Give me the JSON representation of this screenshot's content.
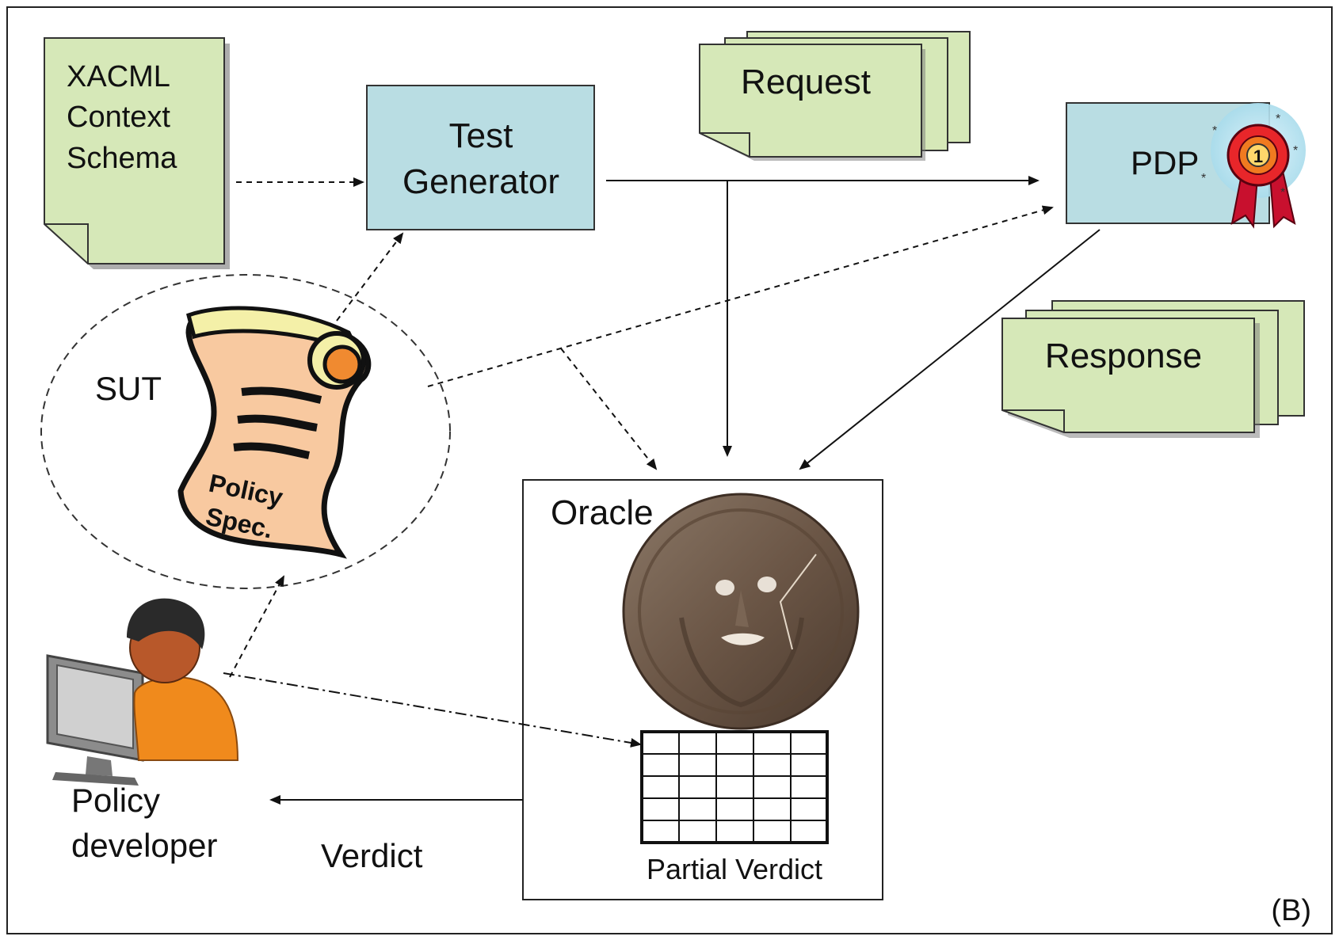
{
  "nodes": {
    "schema": {
      "lines": [
        "XACML",
        "Context",
        "Schema"
      ],
      "color": "#d6e8b8"
    },
    "test_generator": {
      "lines": [
        "Test",
        "Generator"
      ],
      "color": "#b9dde3"
    },
    "request": {
      "label": "Request",
      "color": "#d6e8b8"
    },
    "pdp": {
      "label": "PDP",
      "color": "#b9dde3",
      "badge_number": "1"
    },
    "response": {
      "label": "Response",
      "color": "#d6e8b8"
    },
    "sut": {
      "label": "SUT"
    },
    "policy_spec": {
      "lines": [
        "Policy",
        "Spec."
      ]
    },
    "oracle": {
      "label": "Oracle"
    },
    "partial_verdict": {
      "label": "Partial Verdict"
    },
    "policy_developer": {
      "lines": [
        "Policy",
        "developer"
      ]
    }
  },
  "edges": {
    "verdict": {
      "label": "Verdict"
    }
  },
  "panel": {
    "label": "(B)"
  },
  "icons": [
    "policy-scroll-icon",
    "award-rosette-icon",
    "stone-face-icon",
    "developer-at-computer-icon",
    "grid-table-icon"
  ]
}
